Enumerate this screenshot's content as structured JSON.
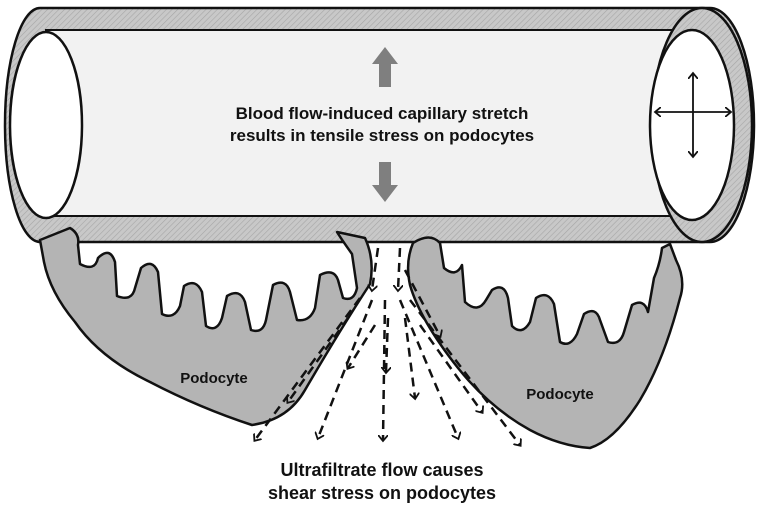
{
  "capillary_caption": {
    "line1": "Blood flow-induced capillary stretch",
    "line2": "results in tensile stress on podocytes"
  },
  "podocyte_left_label": "Podocyte",
  "podocyte_right_label": "Podocyte",
  "filtrate_caption": {
    "line1": "Ultrafiltrate flow causes",
    "line2": "shear stress on podocytes"
  },
  "colors": {
    "capillary_wall": "#c8c8c8",
    "capillary_inner": "#f2f2f2",
    "podocyte_fill": "#b4b4b4",
    "stretch_arrow": "#7f7f7f",
    "outline": "#111111"
  },
  "icons": {
    "stretch_arrows": "block-arrow-up-down",
    "cross_section_arrows": "four-way-arrow",
    "flow_arrows": "dashed-arrow"
  }
}
